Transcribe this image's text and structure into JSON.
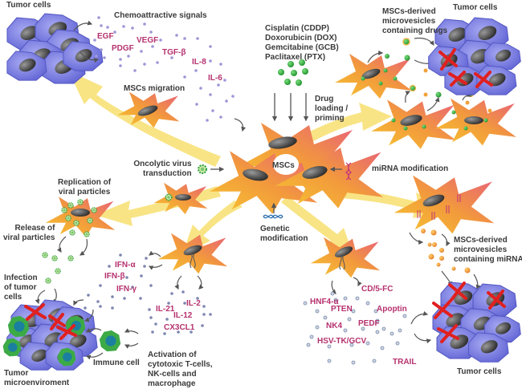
{
  "title": "MSCs as vehicles for anti-tumor therapy",
  "colors": {
    "arrow_yellow": "#f8e27a",
    "tumor_blue": "#7b7ee0",
    "msc_orange": "#f29a3c",
    "msc_pink": "#e8607a",
    "label_magenta": "#b5316e",
    "drug_green": "#2eaa3a",
    "kill_red": "#e02020",
    "dot_purple": "#9d97d6",
    "dot_grey": "#8ea0b8"
  },
  "center": {
    "label": "MSCs"
  },
  "migration": {
    "tumor_label": "Tumor cells",
    "signals_title": "Chemoattractive signals",
    "signals": [
      "EGF",
      "VEGF",
      "PDGF",
      "TGF-β",
      "IL-8",
      "IL-6"
    ],
    "migration_label": "MSCs migration"
  },
  "drugs": {
    "list": [
      "Cisplatin (CDDP)",
      "Doxorubicin (DOX)",
      "Gemcitabine (GCB)",
      "Paclitaxel (PTX)"
    ],
    "loading_label": [
      "Drug",
      "loading /",
      "priming"
    ],
    "vesicles_label": [
      "MSCs-derived",
      "microvesicles",
      "containing drugs"
    ],
    "tumor_label": "Tumor cells"
  },
  "virus": {
    "transduction_label": [
      "Oncolytic virus",
      "transduction"
    ],
    "replication_label": [
      "Replication of",
      "viral particles"
    ],
    "release_label": [
      "Release of",
      "viral particles"
    ],
    "infection_label": [
      "Infection",
      "of tumor",
      "cells"
    ],
    "microenv_label": [
      "Tumor",
      "microenviroment"
    ],
    "immune_label": "Immune cell"
  },
  "immune": {
    "ifns": [
      "IFN-α",
      "IFN-β",
      "IFN-γ"
    ],
    "cytokines": [
      "IL-2",
      "IL-21",
      "IL-12",
      "CX3CL1"
    ],
    "activation_label": [
      "Activation of",
      "cytotoxic T-cells,",
      "NK-cells and",
      "macrophage"
    ]
  },
  "genetic": {
    "label": [
      "Genetic",
      "modification"
    ],
    "factors": [
      "CD/5-FC",
      "HNF4-α",
      "PTEN",
      "Apoptin",
      "NK4",
      "PEDF",
      "HSV-TK/GCV",
      "TRAIL"
    ],
    "tumor_label": "Tumor cells"
  },
  "mirna": {
    "modification_label": "miRNA modification",
    "vesicles_label": [
      "MSCs-derived",
      "microvesicles",
      "containing miRNA"
    ]
  }
}
